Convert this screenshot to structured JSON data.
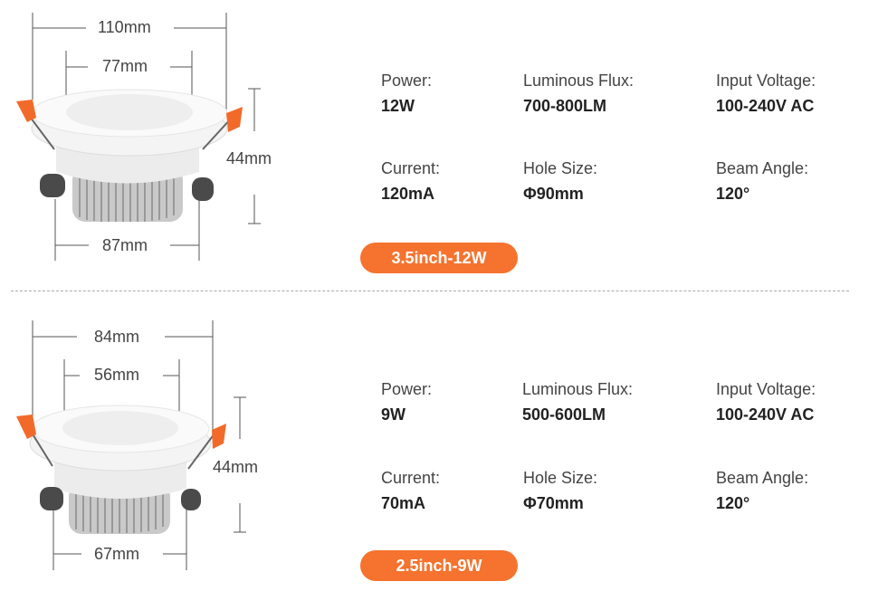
{
  "colors": {
    "accent": "#f5732e",
    "divider": "#aaaaaa",
    "text": "#333333"
  },
  "products": [
    {
      "badge": "3.5inch-12W",
      "dimensions": {
        "outer": "110mm",
        "inner": "77mm",
        "bottom": "87mm",
        "height": "44mm"
      },
      "specs": [
        {
          "label": "Power:",
          "value": "12W"
        },
        {
          "label": "Luminous Flux:",
          "value": "700-800LM"
        },
        {
          "label": "Input Voltage:",
          "value": "100-240V AC"
        },
        {
          "label": "Current:",
          "value": "120mA"
        },
        {
          "label": "Hole Size:",
          "value": "Φ90mm"
        },
        {
          "label": "Beam Angle:",
          "value": "120°"
        }
      ]
    },
    {
      "badge": "2.5inch-9W",
      "dimensions": {
        "outer": "84mm",
        "inner": "56mm",
        "bottom": "67mm",
        "height": "44mm"
      },
      "specs": [
        {
          "label": "Power:",
          "value": "9W"
        },
        {
          "label": "Luminous Flux:",
          "value": "500-600LM"
        },
        {
          "label": "Input Voltage:",
          "value": "100-240V AC"
        },
        {
          "label": "Current:",
          "value": "70mA"
        },
        {
          "label": "Hole Size:",
          "value": "Φ70mm"
        },
        {
          "label": "Beam Angle:",
          "value": "120°"
        }
      ]
    }
  ]
}
